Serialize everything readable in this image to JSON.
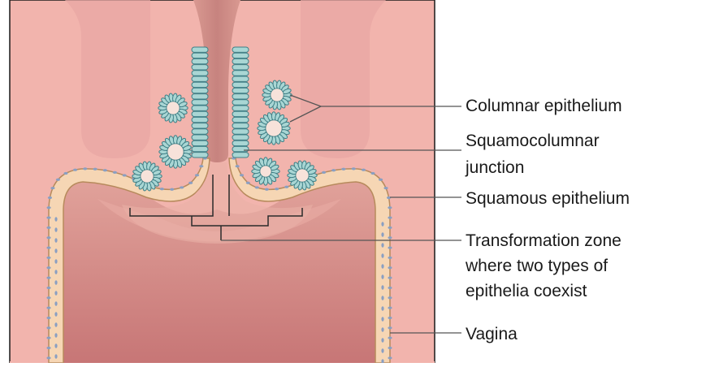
{
  "labels": {
    "columnar": "Columnar epithelium",
    "squamocolumnar_line1": "Squamocolumnar",
    "squamocolumnar_line2": "junction",
    "squamous": "Squamous epithelium",
    "transformation_line1": "Transformation zone",
    "transformation_line2": "where two types of",
    "transformation_line3": "epithelia coexist",
    "vagina": "Vagina"
  },
  "colors": {
    "background_tissue": "#f2b4ad",
    "stroma_shadow": "#e9a8a3",
    "canal": "#c98582",
    "lumen": "#c77575",
    "squamous_band": "#f6d6b4",
    "squamous_outline": "#b78a5c",
    "cell_nucleus": "#8a9fc2",
    "columnar_cells": "#a9d6d4",
    "columnar_outline": "#3f7f86",
    "leader_line": "#2b2b2b"
  }
}
